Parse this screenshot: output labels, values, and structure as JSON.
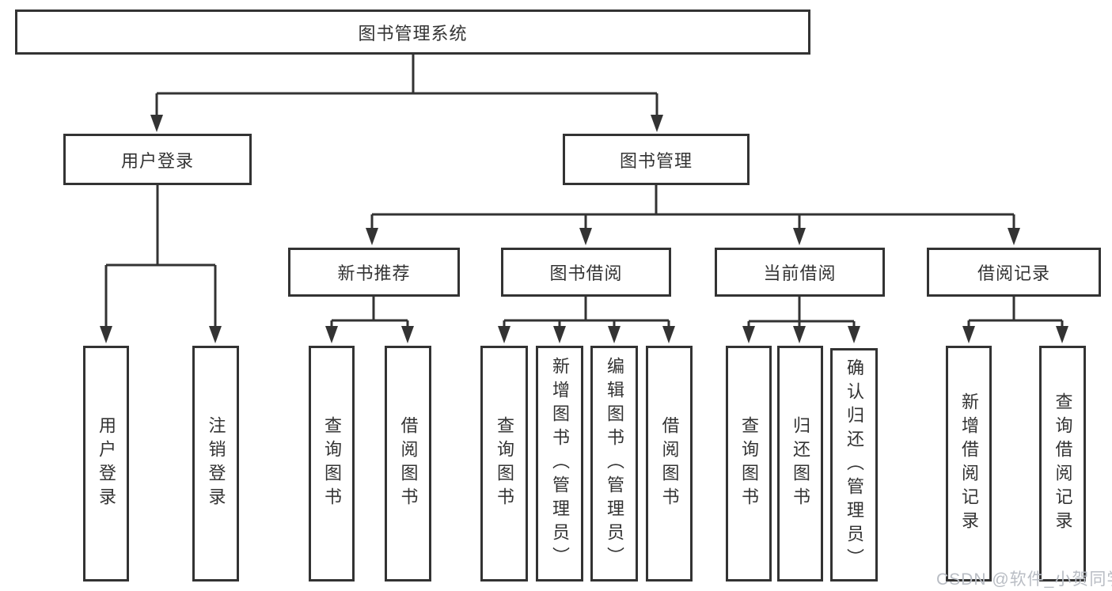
{
  "diagram": {
    "line_color": "#333333",
    "root": {
      "label": "图书管理系统",
      "children": [
        {
          "label": "用户登录",
          "children": [
            {
              "label": "用户登录"
            },
            {
              "label": "注销登录"
            }
          ]
        },
        {
          "label": "图书管理",
          "children": [
            {
              "label": "新书推荐",
              "children": [
                {
                  "label": "查询图书"
                },
                {
                  "label": "借阅图书"
                }
              ]
            },
            {
              "label": "图书借阅",
              "children": [
                {
                  "label": "查询图书"
                },
                {
                  "label": "新增图书（管理员）"
                },
                {
                  "label": "编辑图书（管理员）"
                },
                {
                  "label": "借阅图书"
                }
              ]
            },
            {
              "label": "当前借阅",
              "children": [
                {
                  "label": "查询图书"
                },
                {
                  "label": "归还图书"
                },
                {
                  "label": "确认归还（管理员）"
                }
              ]
            },
            {
              "label": "借阅记录",
              "children": [
                {
                  "label": "新增借阅记录"
                },
                {
                  "label": "查询借阅记录"
                }
              ]
            }
          ]
        }
      ]
    }
  },
  "watermark": {
    "text": "CSDN @软件_小贺同学",
    "color": "#b9bdc4"
  }
}
